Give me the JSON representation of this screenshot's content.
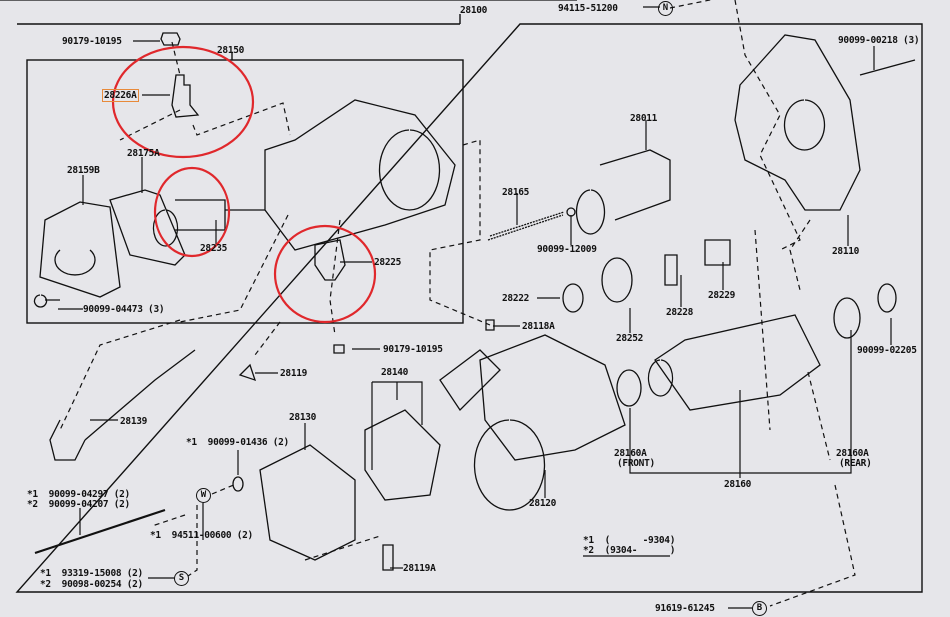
{
  "diagram": {
    "assembly": "28100",
    "labels": {
      "nut_n": "94115-51200",
      "cap_top": "90179-10195",
      "switch_assy": "28150",
      "terminal_a": "28226A",
      "gasket": "28175A",
      "cover": "28159B",
      "plunger": "28235",
      "terminal": "28225",
      "screw_cover": "90099-04473 (3)",
      "clutch": "28011",
      "spring": "28165",
      "ball": "90099-12009",
      "washer": "28222",
      "rollers": "28228",
      "retainer": "28229",
      "idler_gear": "28252",
      "boot": "28118A",
      "cap_mid": "90179-10195",
      "bolt_housing": "90099-00218 (3)",
      "housing": "28110",
      "washer_rear": "90099-02205",
      "boot2": "28119",
      "brush_holder": "28140",
      "lead": "28139",
      "end_frame": "28130",
      "oring": "*1  90099-01436 (2)",
      "bolt1": "*1  90099-04297 (2)",
      "bolt2": "*2  90099-04207 (2)",
      "washer_w": "*1  94511-00600 (2)",
      "screw1": "*1  93319-15008 (2)",
      "screw2": "*2  90098-00254 (2)",
      "boot3": "28119A",
      "yoke": "28120",
      "bearing_front": "28160A",
      "bearing_front_sub": "(FRONT)",
      "armature": "28160",
      "bearing_rear": "28160A",
      "bearing_rear_sub": "(REAR)",
      "nut_b": "91619-61245"
    },
    "callouts": {
      "n": "N",
      "w": "W",
      "s": "S",
      "b": "B"
    },
    "legend": {
      "row1": "*1  (      -9304)",
      "row2": "*2  (9304-      )"
    },
    "colors": {
      "highlight_circle": "#e0282c",
      "highlight_box": "#e88a3a",
      "line": "#111111",
      "background": "#e6e6ea"
    }
  }
}
